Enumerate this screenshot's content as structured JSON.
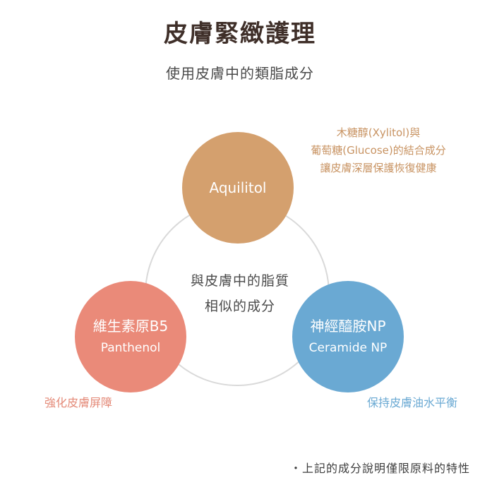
{
  "title": "皮膚緊緻護理",
  "subtitle": "使用皮膚中的類脂成分",
  "center": {
    "line1": "與皮膚中的脂質",
    "line2": "相似的成分"
  },
  "circles": [
    {
      "line1": "Aquilitol",
      "color": "#d4a06e",
      "note": [
        "木糖醇(Xylitol)與",
        "葡萄糖(Glucose)的結合成分",
        "讓皮膚深層保護恢復健康"
      ]
    },
    {
      "line1": "維生素原B5",
      "line2": "Panthenol",
      "color": "#ea8a79",
      "note": [
        "強化皮膚屏障"
      ]
    },
    {
      "line1": "神經醯胺NP",
      "line2": "Ceramide NP",
      "color": "#6aa9d3",
      "note": [
        "保持皮膚油水平衡"
      ]
    }
  ],
  "footnote": "・上記的成分說明僅限原料的特性",
  "ring_color": "#d9d9d9"
}
